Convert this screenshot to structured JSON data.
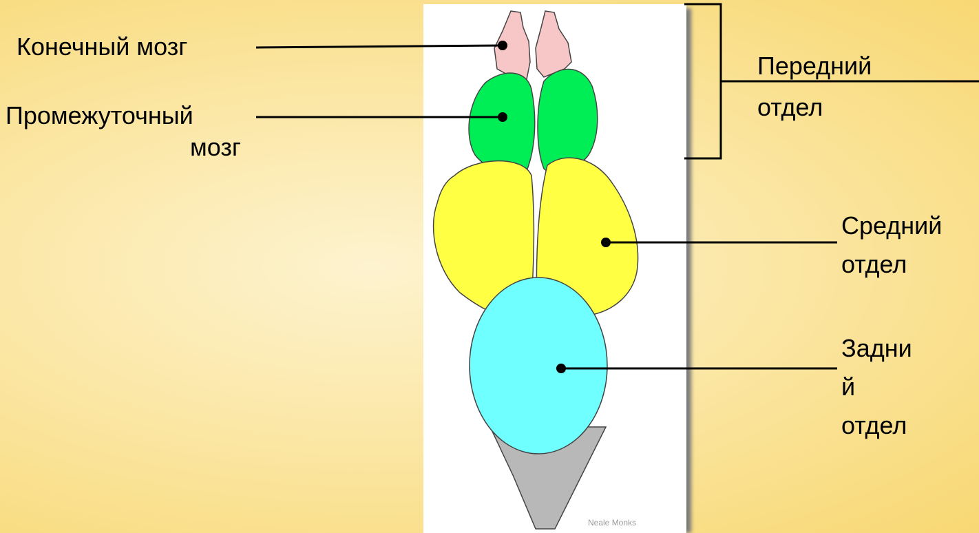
{
  "labels": {
    "telencephalon": "Конечный мозг",
    "diencephalon_line1": "Промежуточный",
    "diencephalon_line2": "мозг",
    "forebrain_line1": "Передний",
    "forebrain_line2": "отдел",
    "midbrain_line1": "Средний",
    "midbrain_line2": "отдел",
    "hindbrain_line1": "Задни",
    "hindbrain_line2": "й",
    "hindbrain_line3": "отдел"
  },
  "credit": "Neale Monks",
  "colors": {
    "telencephalon": "#f7c6c6",
    "diencephalon": "#00ee55",
    "midbrain": "#ffff44",
    "hindbrain": "#6fffff",
    "brainstem": "#b8b8b8"
  }
}
